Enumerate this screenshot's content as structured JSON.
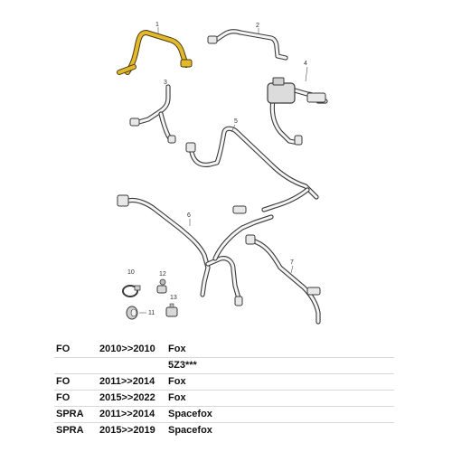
{
  "callouts": [
    "1",
    "2",
    "3",
    "4",
    "5",
    "6",
    "7",
    "10",
    "11",
    "12",
    "13"
  ],
  "colors": {
    "highlight": "#e2b92c",
    "part_stroke": "#3a3a3a",
    "part_fill": "#f2f2f2"
  },
  "fitment": [
    {
      "code": "FO",
      "years": "2010>>2010",
      "model": "Fox"
    },
    {
      "code": "",
      "years": "",
      "model": "5Z3***"
    },
    {
      "code": "FO",
      "years": "2011>>2014",
      "model": "Fox"
    },
    {
      "code": "FO",
      "years": "2015>>2022",
      "model": "Fox"
    },
    {
      "code": "SPRA",
      "years": "2011>>2014",
      "model": "Spacefox"
    },
    {
      "code": "SPRA",
      "years": "2015>>2019",
      "model": "Spacefox"
    }
  ]
}
